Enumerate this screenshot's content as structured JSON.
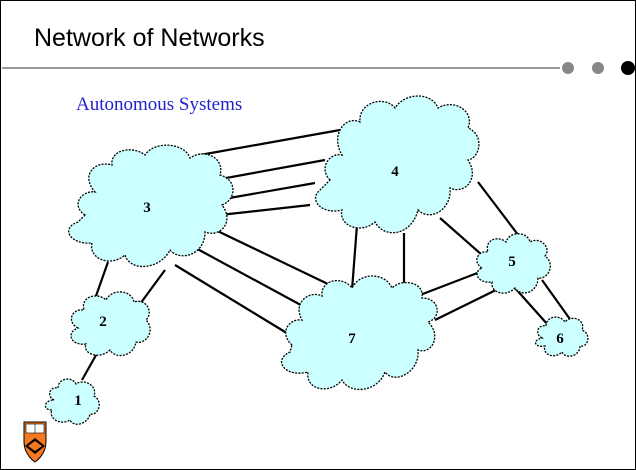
{
  "slide": {
    "title": "Network of Networks",
    "subtitle": "Autonomous Systems"
  },
  "diagram": {
    "nodes": [
      {
        "id": "1",
        "label": "1"
      },
      {
        "id": "2",
        "label": "2"
      },
      {
        "id": "3",
        "label": "3"
      },
      {
        "id": "4",
        "label": "4"
      },
      {
        "id": "5",
        "label": "5"
      },
      {
        "id": "6",
        "label": "6"
      },
      {
        "id": "7",
        "label": "7"
      }
    ],
    "edges": [
      [
        "1",
        "2"
      ],
      [
        "2",
        "3"
      ],
      [
        "3",
        "4"
      ],
      [
        "3",
        "7"
      ],
      [
        "4",
        "7"
      ],
      [
        "4",
        "5"
      ],
      [
        "5",
        "7"
      ],
      [
        "5",
        "6"
      ]
    ],
    "cloud_color": "#ccffff",
    "subtitle_color": "#2222cc"
  },
  "branding": {
    "logo": "princeton-shield-icon"
  }
}
